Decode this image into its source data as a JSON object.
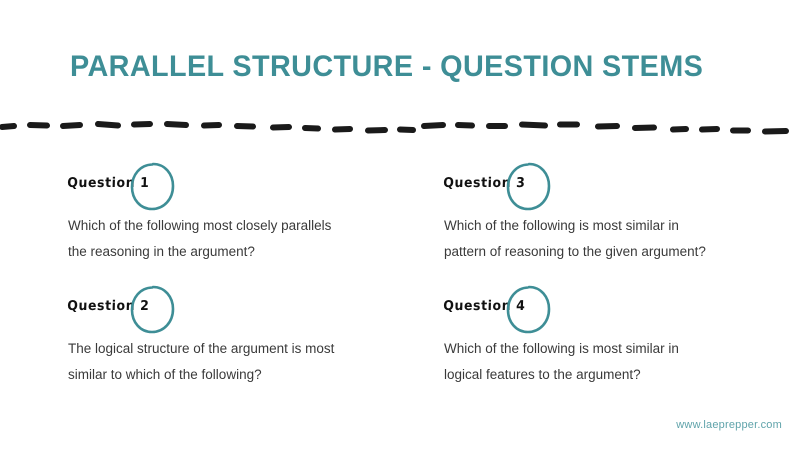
{
  "slide": {
    "background_color": "#FFFFFF",
    "accent_color": "#3E8E96",
    "body_text_color": "#3A3A3A",
    "footer_color": "#5FA3AA"
  },
  "title": "PARALLEL STRUCTURE - QUESTION STEMS",
  "divider": {
    "style": "hand-drawn-dashed",
    "color": "#1A1A1A"
  },
  "questions": [
    {
      "label": "Question 1",
      "lines": [
        "Which of the following most closely parallels",
        "the reasoning in the argument?"
      ]
    },
    {
      "label": "Question 3",
      "lines": [
        "Which of the following is most similar in",
        "pattern of reasoning to the given argument?"
      ]
    },
    {
      "label": "Question 2",
      "lines": [
        "The logical structure of the argument is most",
        "similar to which of the following?"
      ]
    },
    {
      "label": "Question 4",
      "lines": [
        "Which of the following is most similar in",
        "logical features to the argument?"
      ]
    }
  ],
  "footer": {
    "url": "www.laeprepper.com"
  }
}
